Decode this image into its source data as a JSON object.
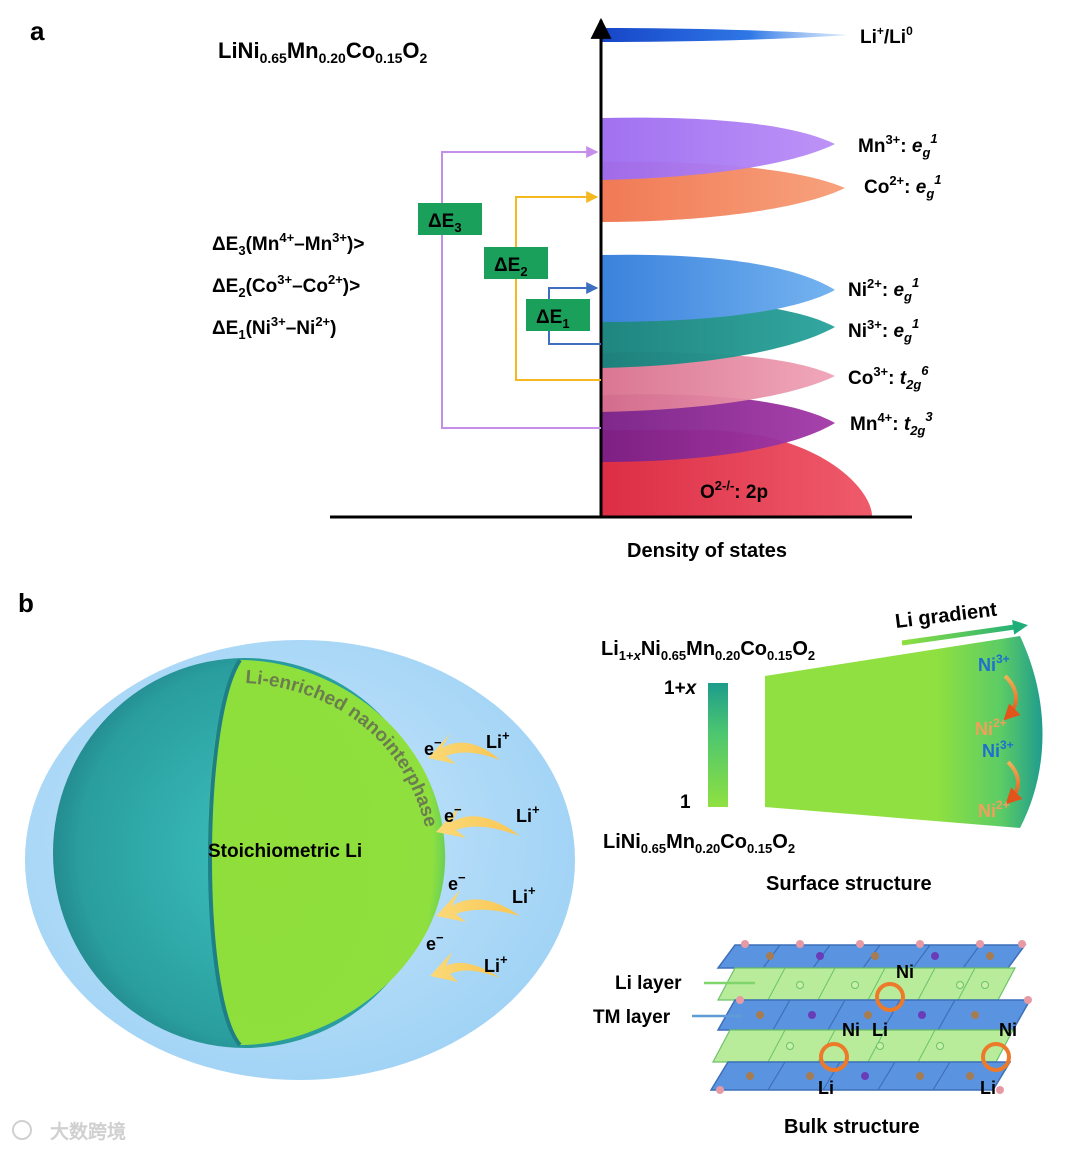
{
  "panel_a": {
    "label": "a",
    "formula": {
      "p1": "LiNi",
      "s1": "0.65",
      "p2": "Mn",
      "s2": "0.20",
      "p3": "Co",
      "s3": "0.15",
      "p4": "O",
      "s4": "2"
    },
    "axis_label": "Density of states",
    "energy_order": [
      {
        "pre": "ΔE",
        "sub": "3",
        "mid1": "(Mn",
        "sup1": "4+",
        "mid2": "–Mn",
        "sup2": "3+",
        "post": ")>"
      },
      {
        "pre": "ΔE",
        "sub": "2",
        "mid1": "(Co",
        "sup1": "3+",
        "mid2": "–Co",
        "sup2": "2+",
        "post": ")>"
      },
      {
        "pre": "ΔE",
        "sub": "1",
        "mid1": "(Ni",
        "sup1": "3+",
        "mid2": "–Ni",
        "sup2": "2+",
        "post": ")"
      }
    ],
    "gaps": [
      {
        "main": "ΔE",
        "sub": "3",
        "color": "#1aa05a"
      },
      {
        "main": "ΔE",
        "sub": "2",
        "color": "#1aa05a"
      },
      {
        "main": "ΔE",
        "sub": "1",
        "color": "#1aa05a"
      }
    ],
    "bands": {
      "li": {
        "a": "Li",
        "sup1": "+",
        "b": "/Li",
        "sup2": "0",
        "color": "#1f5fd6"
      },
      "mn3": {
        "el": "Mn",
        "ch": "3+",
        "orb": "e",
        "orb_sub": "g",
        "occ": "1",
        "color": "#9b6df0"
      },
      "co2": {
        "el": "Co",
        "ch": "2+",
        "orb": "e",
        "orb_sub": "g",
        "occ": "1",
        "color": "#f08a62"
      },
      "ni2": {
        "el": "Ni",
        "ch": "2+",
        "orb": "e",
        "orb_sub": "g",
        "occ": "1",
        "color": "#4a8fe0"
      },
      "ni3": {
        "el": "Ni",
        "ch": "3+",
        "orb": "e",
        "orb_sub": "g",
        "occ": "1",
        "color": "#24908a"
      },
      "co3": {
        "el": "Co",
        "ch": "3+",
        "orb": "t",
        "orb_sub": "2g",
        "occ": "6",
        "color": "#e0809a"
      },
      "mn4": {
        "el": "Mn",
        "ch": "4+",
        "orb": "t",
        "orb_sub": "2g",
        "occ": "3",
        "color": "#8a2b95"
      },
      "o2": {
        "el": "O",
        "ch": "2-/-",
        "rest": ": 2p",
        "color": "#e23a4e"
      }
    },
    "arrow_colors": {
      "de3": "#c58ee8",
      "de2": "#f5b820",
      "de1": "#3f6fc0"
    }
  },
  "panel_b": {
    "label": "b",
    "sphere": {
      "core_label": "Stoichiometric Li",
      "shell_label": "Li-enriched nanointerphase",
      "electron": "e",
      "electron_sup": "−",
      "li": "Li",
      "li_sup": "+"
    },
    "surface": {
      "top_formula": {
        "p1": "Li",
        "s1": "1+",
        "s1i": "x",
        "p2": "Ni",
        "s2": "0.65",
        "p3": "Mn",
        "s3": "0.20",
        "p4": "Co",
        "s4": "0.15",
        "p5": "O",
        "s5": "2"
      },
      "bottom_formula": {
        "p1": "LiNi",
        "s1": "0.65",
        "p2": "Mn",
        "s2": "0.20",
        "p3": "Co",
        "s3": "0.15",
        "p4": "O",
        "s4": "2"
      },
      "scale_top": "1+",
      "scale_top_italic": "x",
      "scale_bottom": "1",
      "gradient_label": "Li gradient",
      "ni3": {
        "el": "Ni",
        "ch": "3+"
      },
      "ni2": {
        "el": "Ni",
        "ch": "2+"
      },
      "title": "Surface structure"
    },
    "bulk": {
      "li_layer": "Li layer",
      "tm_layer": "TM layer",
      "ni": "Ni",
      "li": "Li",
      "title": "Bulk structure"
    },
    "watermark": "大数跨境"
  }
}
